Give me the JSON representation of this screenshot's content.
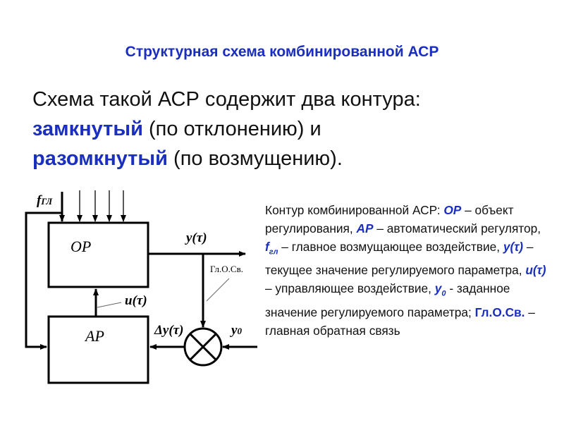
{
  "title": "Структурная схема комбинированной АСР",
  "intro": {
    "line1": "Схема такой АСР содержит два контура:",
    "closed": "замкнутый",
    "closed_rest": " (по отклонению) и",
    "open": "разомкнутый",
    "open_rest": " (по возмущению)."
  },
  "diagram": {
    "op": "OP",
    "ap": "AP",
    "f_main": "f",
    "f_sub": "ГЛ",
    "y": "y(τ)",
    "u": "u(τ)",
    "dy": "Δy(τ)",
    "y0": "y",
    "y0_sub": "0",
    "feedback": "Гл.О.Св."
  },
  "description": {
    "t1": "Контур комбинированной АСР: ",
    "op": "OP",
    "t2": " – объект регулирования, ",
    "ap": "AP",
    "t3": " – автоматический регулятор, ",
    "f": "f",
    "f_sub": "гл",
    "t4": " – главное возмущающее воздействие, ",
    "y": "y(τ)",
    "t5": " – текущее значение регулируемого параметра, ",
    "u": "u(τ)",
    "t6": " – управляющее воздействие, ",
    "y0": "y",
    "y0_sub": "0",
    "t7": " - заданное значение регулируемого параметра; ",
    "fb": "Гл.О.Св.",
    "t8": " – главная обратная связь"
  }
}
